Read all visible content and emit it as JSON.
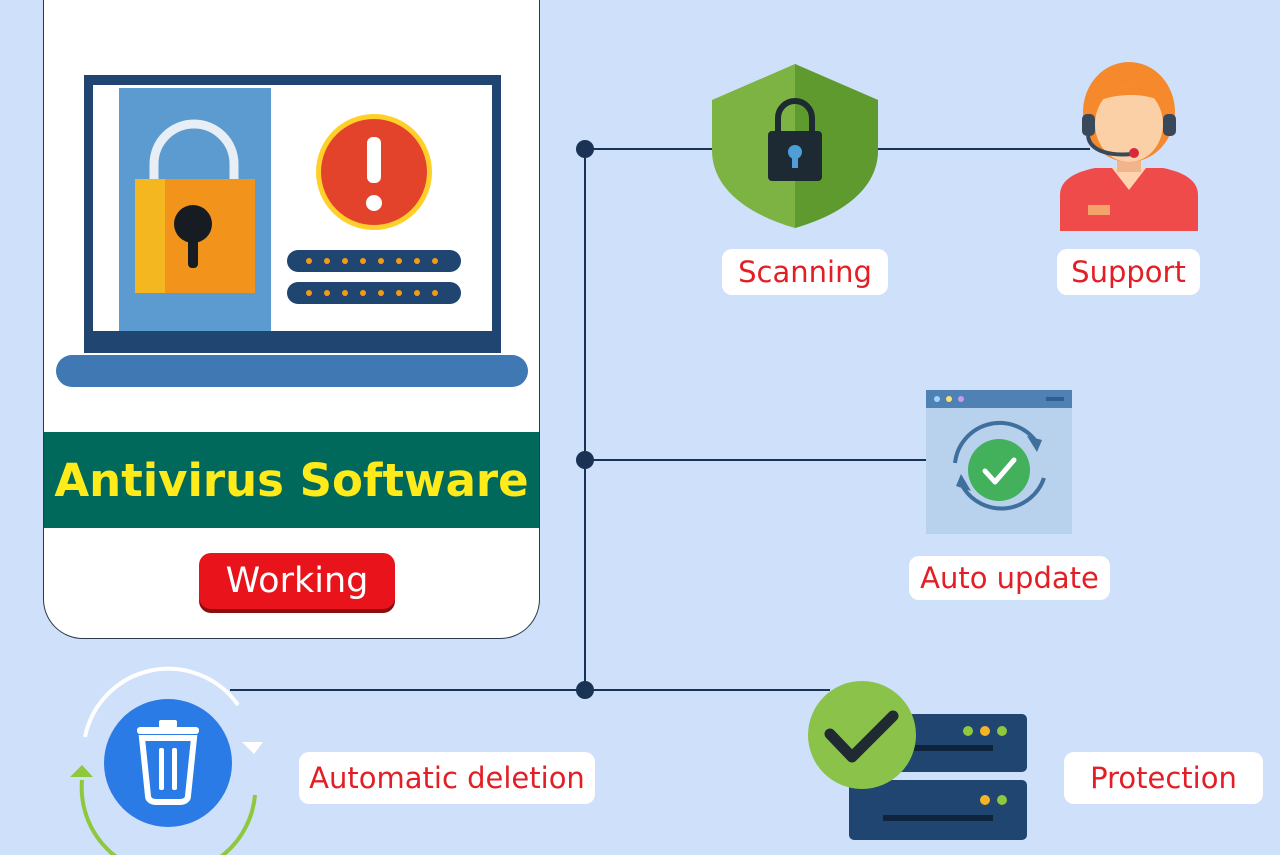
{
  "main": {
    "title": "Antivirus Software",
    "status": "Working"
  },
  "features": {
    "scanning": "Scanning",
    "support": "Support",
    "auto_update": "Auto update",
    "automatic_deletion": "Automatic deletion",
    "protection": "Protection"
  },
  "icons": {
    "laptop": "laptop-lock-icon",
    "scanning": "shield-lock-icon",
    "support": "support-agent-icon",
    "auto_update": "browser-update-icon",
    "automatic_deletion": "trash-recycle-icon",
    "protection": "server-check-icon"
  },
  "colors": {
    "background": "#cfe0fb",
    "banner": "#00695c",
    "banner_text": "#ffeb1a",
    "label_text": "#e31e24",
    "status_button": "#e8131b",
    "connector": "#1a3354"
  }
}
